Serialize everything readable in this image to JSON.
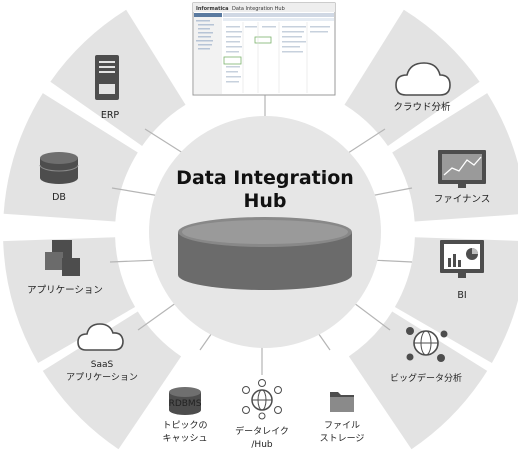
{
  "hub": {
    "title_line1": "Data Integration",
    "title_line2": "Hub"
  },
  "screenshot": {
    "brand": "Informatica",
    "title": "Data Integration Hub"
  },
  "nodes": {
    "erp": "ERP",
    "db": "DB",
    "app": "アプリケーション",
    "saas_line1": "SaaS",
    "saas_line2": "アプリケーション",
    "cloud_analytics": "クラウド分析",
    "finance": "ファイナンス",
    "bi": "BI",
    "bigdata": "ビッグデータ分析",
    "rdbms": "RDBMS",
    "topic_line1": "トピックの",
    "topic_line2": "キャッシュ",
    "lake_line1": "データレイク",
    "lake_line2": "/Hub",
    "file_line1": "ファイル",
    "file_line2": "ストレージ"
  },
  "colors": {
    "segment": "#e3e3e3",
    "ring": "#e6e6e6",
    "icon": "#4d4d4d"
  },
  "icons": [
    "server-icon",
    "database-icon",
    "app-blocks-icon",
    "cloud-icon",
    "chart-monitor-icon",
    "pie-chart-monitor-icon",
    "globe-network-icon",
    "cylinder-icon",
    "folder-icon"
  ]
}
